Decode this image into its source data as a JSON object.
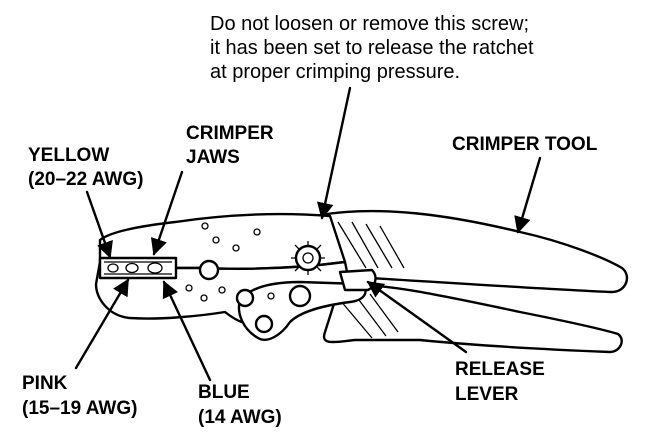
{
  "note": {
    "line1": "Do not loosen or remove this screw;",
    "line2": "it has been set to release the ratchet",
    "line3": "at proper crimping pressure."
  },
  "labels": {
    "yellow": {
      "line1": "YELLOW",
      "line2": "(20–22 AWG)"
    },
    "crimper_jaws": {
      "line1": "CRIMPER",
      "line2": "JAWS"
    },
    "crimper_tool": "CRIMPER TOOL",
    "pink": {
      "line1": "PINK",
      "line2": "(15–19 AWG)"
    },
    "blue": {
      "line1": "BLUE",
      "line2": "(14 AWG)"
    },
    "release_lever": {
      "line1": "RELEASE",
      "line2": "LEVER"
    }
  }
}
